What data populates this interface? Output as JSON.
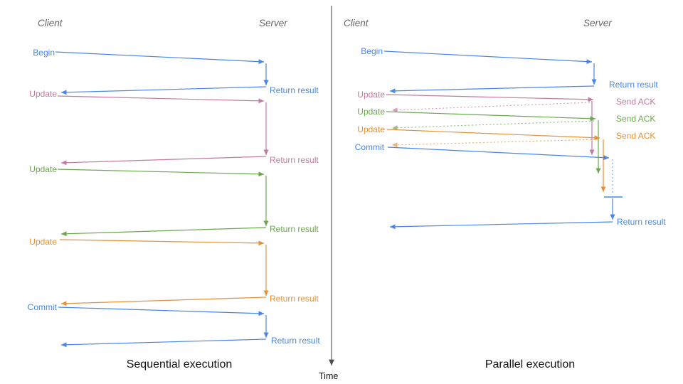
{
  "colors": {
    "blue": "#4a86e8",
    "pink": "#c27ba0",
    "green": "#6aa84f",
    "orange": "#e69138",
    "axis": "#4d4d4d",
    "muted": "#666666",
    "title": "#111111"
  },
  "time_axis": {
    "label": "Time"
  },
  "sequential": {
    "title": "Sequential execution",
    "client": "Client",
    "server": "Server",
    "steps": [
      {
        "label": "Begin",
        "result": "Return result",
        "color": "blue"
      },
      {
        "label": "Update",
        "result": "Return result",
        "color": "pink"
      },
      {
        "label": "Update",
        "result": "Return result",
        "color": "green"
      },
      {
        "label": "Update",
        "result": "Return result",
        "color": "orange"
      },
      {
        "label": "Commit",
        "result": "Return result",
        "color": "blue"
      }
    ]
  },
  "parallel": {
    "title": "Parallel execution",
    "client": "Client",
    "server": "Server",
    "steps": [
      {
        "label": "Begin",
        "result": "Return result",
        "color": "blue"
      },
      {
        "label": "Update",
        "result": "Send ACK",
        "color": "pink"
      },
      {
        "label": "Update",
        "result": "Send ACK",
        "color": "green"
      },
      {
        "label": "Update",
        "result": "Send ACK",
        "color": "orange"
      },
      {
        "label": "Commit",
        "result": "Return result",
        "color": "blue"
      }
    ]
  }
}
